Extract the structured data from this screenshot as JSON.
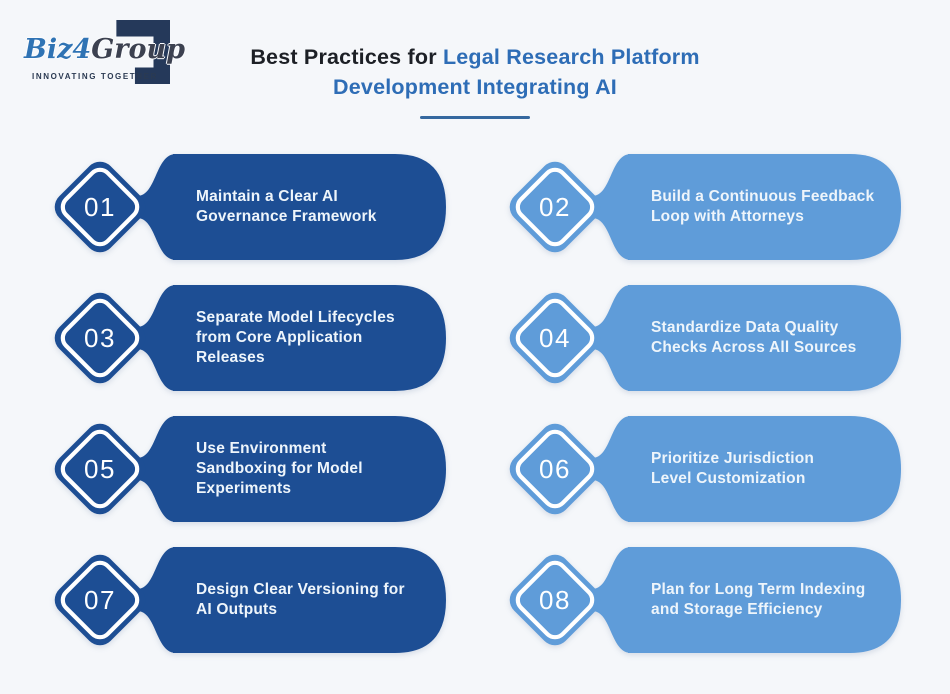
{
  "page": {
    "background": "#f5f7fa"
  },
  "logo": {
    "brand_biz": "Biz",
    "brand_4": "4",
    "brand_group": "Group",
    "tagline": "INNOVATING TOGETHER",
    "navy": "#25395a",
    "blue": "#2f73b4",
    "gray": "#3c4150",
    "tagline_color": "#2b3a52"
  },
  "header": {
    "title_prefix": "Best Practices for ",
    "title_line1_highlight": "Legal Research Platform",
    "title_line2": "Development Integrating AI",
    "prefix_color": "#1d2026",
    "highlight_color": "#2e6db6",
    "underline_color": "#35689f"
  },
  "colors": {
    "dark_pill": "#1d4e94",
    "light_pill": "#5f9cd9",
    "pill_text": "#eef5fb",
    "number_text": "#ffffff",
    "ring": "#ffffff"
  },
  "items": [
    {
      "number": "01",
      "variant": "dark",
      "label": "Maintain a Clear AI\nGovernance Framework"
    },
    {
      "number": "02",
      "variant": "light",
      "label": "Build a Continuous Feedback\nLoop with Attorneys"
    },
    {
      "number": "03",
      "variant": "dark",
      "label": "Separate Model Lifecycles\nfrom Core Application\nReleases"
    },
    {
      "number": "04",
      "variant": "light",
      "label": "Standardize Data Quality\nChecks Across All Sources"
    },
    {
      "number": "05",
      "variant": "dark",
      "label": "Use Environment\nSandboxing for Model\nExperiments"
    },
    {
      "number": "06",
      "variant": "light",
      "label": "Prioritize Jurisdiction\nLevel Customization"
    },
    {
      "number": "07",
      "variant": "dark",
      "label": "Design Clear Versioning for\nAI Outputs"
    },
    {
      "number": "08",
      "variant": "light",
      "label": "Plan for Long Term Indexing\nand Storage Efficiency"
    }
  ]
}
